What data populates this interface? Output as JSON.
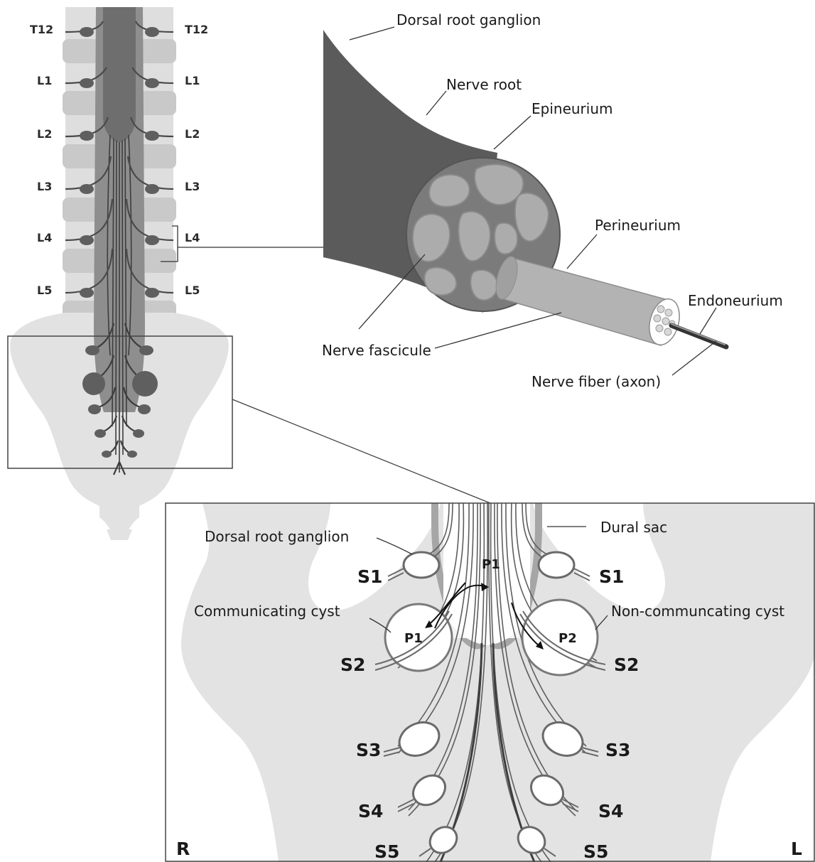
{
  "spine_levels": {
    "t12": "T12",
    "l1": "L1",
    "l2": "L2",
    "l3": "L3",
    "l4": "L4",
    "l5": "L5"
  },
  "nerve_detail": {
    "dorsal_root_ganglion": "Dorsal root ganglion",
    "nerve_root": "Nerve root",
    "epineurium": "Epineurium",
    "perineurium": "Perineurium",
    "endoneurium": "Endoneurium",
    "nerve_fascicule": "Nerve fascicule",
    "nerve_fiber": "Nerve fiber (axon)"
  },
  "sacral_detail": {
    "dorsal_root_ganglion": "Dorsal root ganglion",
    "dural_sac": "Dural sac",
    "communicating_cyst": "Communicating cyst",
    "non_communicating_cyst": "Non-communcating cyst",
    "p1_top": "P1",
    "p1_cyst": "P1",
    "p2_cyst": "P2",
    "s1": "S1",
    "s2": "S2",
    "s3": "S3",
    "s4": "S4",
    "s5": "S5",
    "right_side": "R",
    "left_side": "L"
  },
  "colors": {
    "bone_light": "#e2e2e2",
    "vertebra": "#d0d0d0",
    "dura": "#8c8c8c",
    "nerve_dark": "#4a4a4a",
    "nerve_outer": "#5a5a5a",
    "fascicle": "#a9a9a9"
  }
}
